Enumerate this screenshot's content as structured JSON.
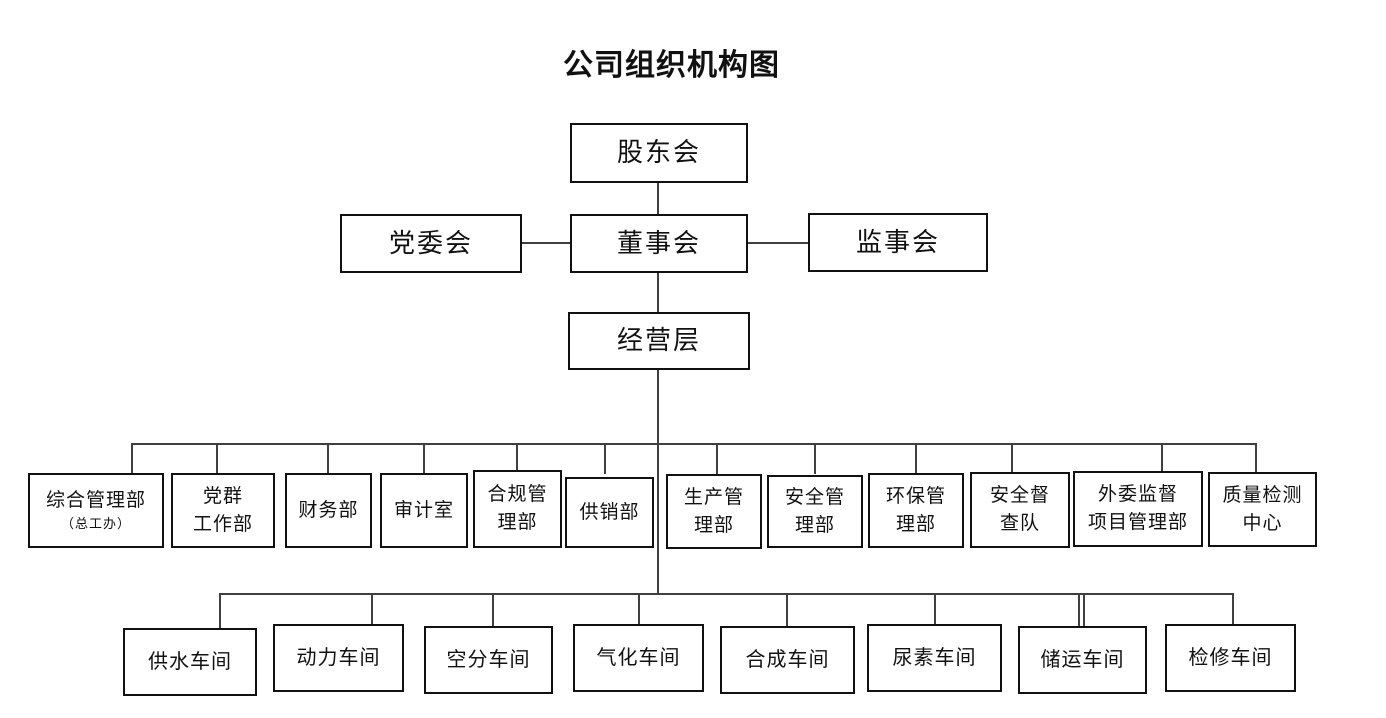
{
  "title": "公司组织机构图",
  "org": {
    "shareholders": "股东会",
    "party_committee": "党委会",
    "board": "董事会",
    "supervisory": "监事会",
    "management": "经营层",
    "departments": [
      {
        "line1": "综合管理部",
        "line2": "（总工办）"
      },
      {
        "line1": "党群",
        "line2": "工作部"
      },
      {
        "line1": "财务部",
        "line2": ""
      },
      {
        "line1": "审计室",
        "line2": ""
      },
      {
        "line1": "合规管",
        "line2": "理部"
      },
      {
        "line1": "供销部",
        "line2": ""
      },
      {
        "line1": "生产管",
        "line2": "理部"
      },
      {
        "line1": "安全管",
        "line2": "理部"
      },
      {
        "line1": "环保管",
        "line2": "理部"
      },
      {
        "line1": "安全督",
        "line2": "查队"
      },
      {
        "line1": "外委监督",
        "line2": "项目管理部"
      },
      {
        "line1": "质量检测",
        "line2": "中心"
      }
    ],
    "workshops": [
      "供水车间",
      "动力车间",
      "空分车间",
      "气化车间",
      "合成车间",
      "尿素车间",
      "储运车间",
      "检修车间"
    ],
    "line_color": "#3f3f3f",
    "box_border_color": "#111111"
  }
}
